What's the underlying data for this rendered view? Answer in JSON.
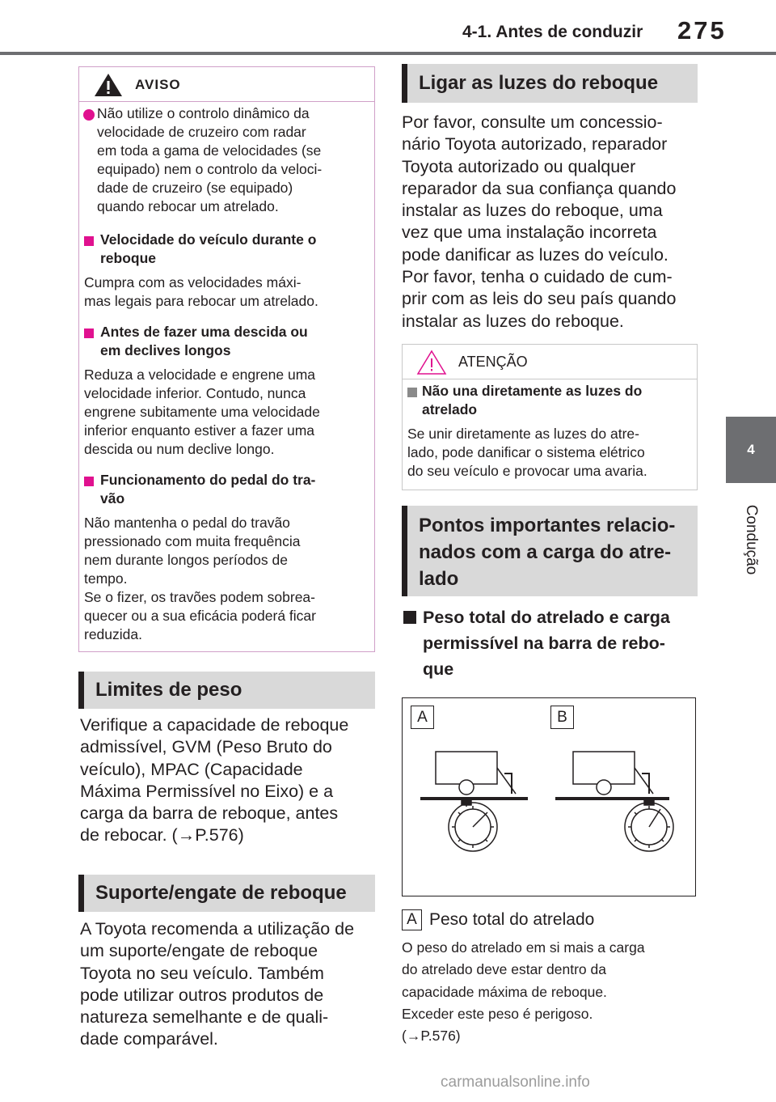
{
  "header": {
    "section_title": "4-1. Antes de conduzir",
    "page_number": "275"
  },
  "side_tab": {
    "chapter_number": "4",
    "chapter_label": "Condução"
  },
  "warning_box": {
    "title": "AVISO",
    "intro_bullet": [
      "Não utilize o controlo dinâmico da",
      "velocidade de cruzeiro com radar",
      "em toda a gama de velocidades (se",
      "equipado) nem o controlo da veloci-",
      "dade de cruzeiro (se equipado)",
      "quando rebocar um atrelado."
    ],
    "items": [
      {
        "heading": [
          "Velocidade do veículo durante o",
          "reboque"
        ],
        "body": [
          "Cumpra com as velocidades máxi-",
          "mas legais para rebocar um atrelado."
        ]
      },
      {
        "heading": [
          "Antes de fazer uma descida ou",
          "em declives longos"
        ],
        "body": [
          "Reduza a velocidade e engrene uma",
          "velocidade inferior. Contudo, nunca",
          "engrene subitamente uma velocidade",
          "inferior enquanto estiver a fazer uma",
          "descida ou num declive longo."
        ]
      },
      {
        "heading": [
          "Funcionamento do pedal do tra-",
          "vão"
        ],
        "body": [
          "Não mantenha o pedal do travão",
          "pressionado com muita frequência",
          "nem durante longos períodos de",
          "tempo.",
          "Se o fizer, os travões podem sobrea-",
          "quecer ou a sua eficácia poderá ficar",
          "reduzida."
        ]
      }
    ]
  },
  "sections": {
    "weight_limits": {
      "heading": "Limites de peso",
      "body": [
        "Verifique a capacidade de reboque",
        "admissível, GVM (Peso Bruto do",
        "veículo), MPAC (Capacidade",
        "Máxima Permissível no Eixo) e a",
        "carga da barra de reboque, antes",
        "de rebocar. (→P.576)"
      ]
    },
    "hitch": {
      "heading": "Suporte/engate de reboque",
      "body": [
        "A Toyota recomenda a utilização de",
        "um suporte/engate de reboque",
        "Toyota no seu veículo. Também",
        "pode utilizar outros produtos de",
        "natureza semelhante e de quali-",
        "dade comparável."
      ]
    },
    "trailer_lights": {
      "heading": "Ligar as luzes do reboque",
      "body": [
        "Por favor, consulte um concessio-",
        "nário Toyota autorizado, reparador",
        "Toyota autorizado ou qualquer",
        "reparador da sua confiança quando",
        "instalar as luzes do reboque, uma",
        "vez que uma instalação incorreta",
        "pode danificar as luzes do veículo.",
        "Por favor, tenha o cuidado de cum-",
        "prir com as leis do seu país quando",
        "instalar as luzes do reboque."
      ]
    },
    "load_points": {
      "heading": [
        "Pontos importantes relacio-",
        "nados com a carga do atre-",
        "lado"
      ]
    }
  },
  "caution_box": {
    "title": "ATENÇÃO",
    "heading": [
      "Não una diretamente as luzes do",
      "atrelado"
    ],
    "body": [
      "Se unir diretamente as luzes do atre-",
      "lado, pode danificar o sistema elétrico",
      "do seu veículo e provocar uma avaria."
    ]
  },
  "subsection": {
    "heading": [
      "Peso total do atrelado e carga",
      "permissível na barra de rebo-",
      "que"
    ]
  },
  "diagram": {
    "label_a": "A",
    "label_b": "B"
  },
  "legend": {
    "key": "A",
    "title": "Peso total do atrelado",
    "body": [
      "O peso do atrelado em si mais a carga",
      "do atrelado deve estar dentro da",
      "capacidade máxima de reboque.",
      "Exceder este peso é perigoso.",
      "(→P.576)"
    ]
  },
  "watermark": "carmanualsonline.info",
  "colors": {
    "accent": "#e0118f",
    "heading_bg": "#d9d9d9",
    "tab_gray": "#6d6e71"
  }
}
